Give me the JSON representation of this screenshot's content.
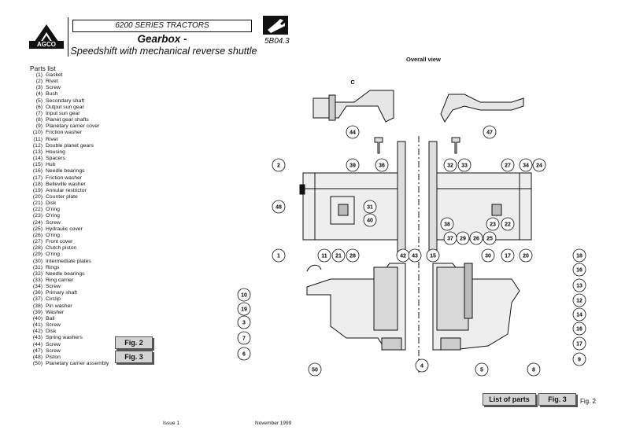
{
  "header": {
    "series": "6200 SERIES TRACTORS",
    "title": "Gearbox -",
    "subtitle": "Speedshift with mechanical reverse shuttle",
    "code": "5B04.3",
    "logo_text": "AGCO"
  },
  "parts_list": {
    "title": "Parts list",
    "items": [
      {
        "num": "(1)",
        "label": "Gasket"
      },
      {
        "num": "(2)",
        "label": "Rivet"
      },
      {
        "num": "(3)",
        "label": "Screw"
      },
      {
        "num": "(4)",
        "label": "Bush"
      },
      {
        "num": "(5)",
        "label": "Secondary shaft"
      },
      {
        "num": "(6)",
        "label": "Output sun gear"
      },
      {
        "num": "(7)",
        "label": "Input sun gear"
      },
      {
        "num": "(8)",
        "label": "Planet gear shafts"
      },
      {
        "num": "(9)",
        "label": "Planetary carrier cover"
      },
      {
        "num": "(10)",
        "label": "Friction washer"
      },
      {
        "num": "(11)",
        "label": "Rivet"
      },
      {
        "num": "(12)",
        "label": "Double planet gears"
      },
      {
        "num": "(13)",
        "label": "Housing"
      },
      {
        "num": "(14)",
        "label": "Spacers"
      },
      {
        "num": "(15)",
        "label": "Hub"
      },
      {
        "num": "(16)",
        "label": "Needle bearings"
      },
      {
        "num": "(17)",
        "label": "Friction washer"
      },
      {
        "num": "(18)",
        "label": "Belleville washer"
      },
      {
        "num": "(19)",
        "label": "Annular restrictor"
      },
      {
        "num": "(20)",
        "label": "Counter plate"
      },
      {
        "num": "(21)",
        "label": "Disk"
      },
      {
        "num": "(22)",
        "label": "O'ring"
      },
      {
        "num": "(23)",
        "label": "O'ring"
      },
      {
        "num": "(24)",
        "label": "Screw"
      },
      {
        "num": "(25)",
        "label": "Hydraulic cover"
      },
      {
        "num": "(26)",
        "label": "O'ring"
      },
      {
        "num": "(27)",
        "label": "Front cover"
      },
      {
        "num": "(28)",
        "label": "Clutch piston"
      },
      {
        "num": "(29)",
        "label": "O'ring"
      },
      {
        "num": "(30)",
        "label": "Intermediate plates"
      },
      {
        "num": "(31)",
        "label": "Rings"
      },
      {
        "num": "(32)",
        "label": "Needle bearings"
      },
      {
        "num": "(33)",
        "label": "Ring carrier"
      },
      {
        "num": "(34)",
        "label": "Screw"
      },
      {
        "num": "(36)",
        "label": "Primary shaft"
      },
      {
        "num": "(37)",
        "label": "Circlip"
      },
      {
        "num": "(38)",
        "label": "Pin washer"
      },
      {
        "num": "(39)",
        "label": "Washer"
      },
      {
        "num": "(40)",
        "label": "Ball"
      },
      {
        "num": "(41)",
        "label": "Screw"
      },
      {
        "num": "(42)",
        "label": "Disk"
      },
      {
        "num": "(43)",
        "label": "Spring washers"
      },
      {
        "num": "(44)",
        "label": "Screw"
      },
      {
        "num": "(47)",
        "label": "Screw"
      },
      {
        "num": "(48)",
        "label": "Piston"
      },
      {
        "num": "(50)",
        "label": "Planetary carrier assembly"
      }
    ]
  },
  "buttons": {
    "fig2": "Fig. 2",
    "fig3": "Fig. 3",
    "list_of_parts": "List of parts",
    "fig3_bottom": "Fig. 3"
  },
  "diagram": {
    "title": "Overall view",
    "section_letter": "C",
    "callouts_top": [
      "44",
      "47",
      "2",
      "39",
      "36",
      "32",
      "33",
      "27",
      "34",
      "24",
      "48",
      "31",
      "40",
      "38",
      "23",
      "22"
    ],
    "callouts_bottom": [
      "1",
      "11",
      "21",
      "28",
      "42",
      "43",
      "15",
      "37",
      "29",
      "26",
      "25",
      "30",
      "17",
      "20",
      "18",
      "16",
      "13",
      "12",
      "14",
      "16",
      "17",
      "9",
      "10",
      "19",
      "3",
      "7",
      "6",
      "50",
      "4",
      "5",
      "8"
    ]
  },
  "footer": {
    "issue": "Issue 1",
    "date": "November 1999",
    "fig_label": "Fig. 2"
  }
}
